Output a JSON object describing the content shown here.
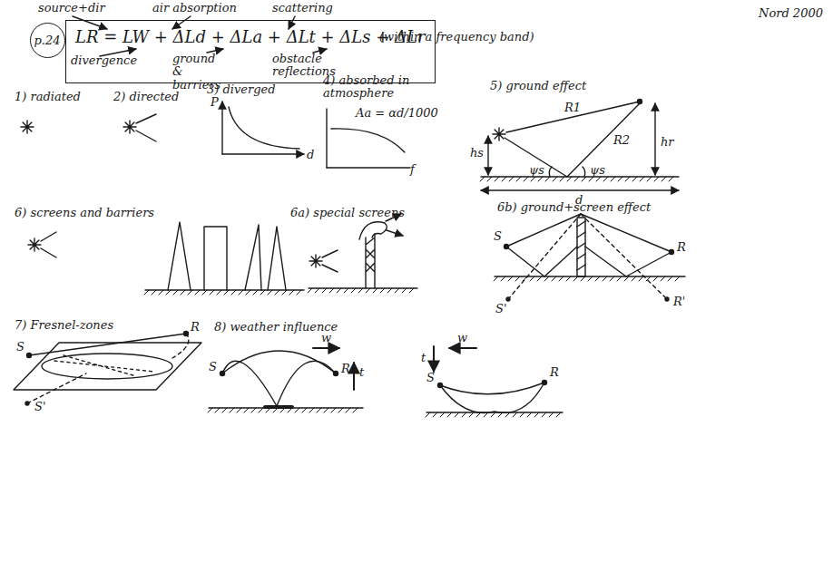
{
  "diagram": {
    "nodes": [
      {
        "text": [
          "p.24"
        ]
      },
      {
        "text": [
          "LR = LW + ΔLd + ΔLa + ΔLt + ΔLs + ΔLr"
        ]
      }
    ],
    "labels": [
      "source+dir",
      "air absorption",
      "scattering",
      "divergence",
      "ground & barriers",
      "obstacle reflections",
      "(within a frequency band)",
      "Nord 2000",
      "1) radiated",
      "2) directed",
      "3) diverged",
      "P",
      "d",
      "4) absorbed in atmosphere",
      "Aa = αd/1000",
      "f",
      "5) ground effect",
      "R1",
      "R2",
      "hs",
      "ψs",
      "ψs",
      "hr",
      "d",
      "6) screens and barriers",
      "6a) special screens",
      "6b) ground+screen effect",
      "S",
      "R",
      "S'",
      "R'",
      "7) Fresnel-zones",
      "S",
      "R",
      "S'",
      "8) weather influence",
      "S",
      "R",
      "w",
      "t",
      "t",
      "w",
      "S",
      "R"
    ]
  }
}
